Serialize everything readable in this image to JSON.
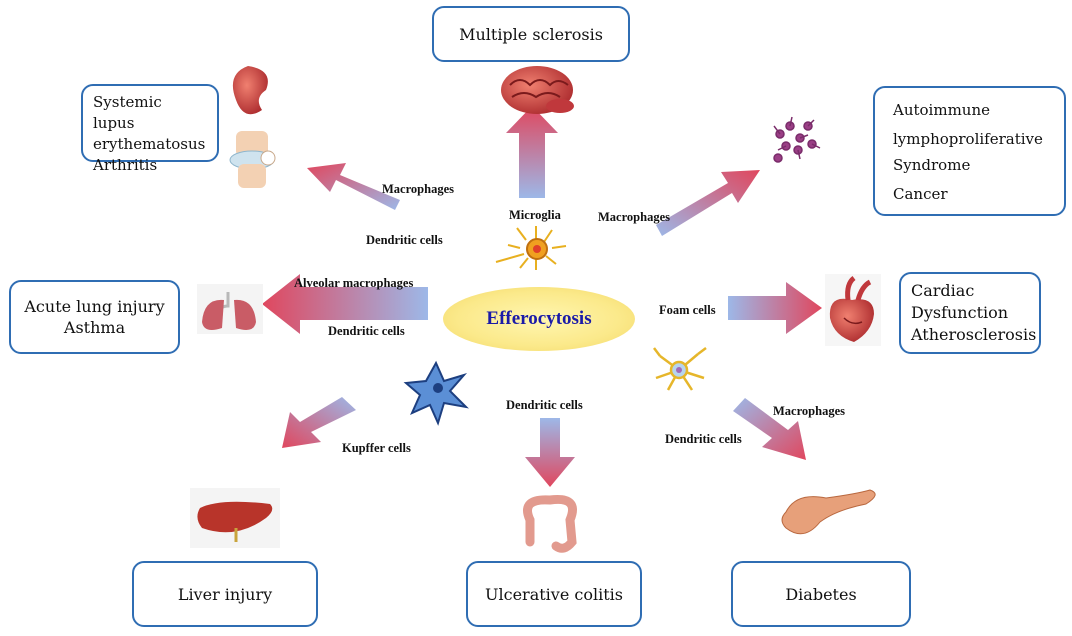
{
  "center": {
    "label": "Efferocytosis"
  },
  "diseases": {
    "ms": "Multiple sclerosis",
    "sle": [
      "Systemic lupus",
      "erythematosus",
      "Arthritis"
    ],
    "alps": [
      "Autoimmune",
      "lymphoproliferative",
      "Syndrome",
      "Cancer"
    ],
    "lung": [
      "Acute lung injury",
      "Asthma"
    ],
    "cardiac": [
      "Cardiac",
      "Dysfunction",
      "Atherosclerosis"
    ],
    "liver": "Liver injury",
    "colitis": "Ulcerative colitis",
    "diabetes": "Diabetes"
  },
  "cells": {
    "macrophages_sle": "Macrophages",
    "dendritic_sle": "Dendritic cells",
    "microglia": "Microglia",
    "macrophages_alps": "Macrophages",
    "alveolar": "Alveolar macrophages",
    "dendritic_lung": "Dendritic cells",
    "foam": "Foam cells",
    "kupffer": "Kupffer cells",
    "dendritic_colitis": "Dendritic cells",
    "macrophages_diab": "Macrophages",
    "dendritic_diab": "Dendritic cells"
  },
  "icons": [
    "brain-icon",
    "kidney-icon",
    "knee-joint-icon",
    "lymphocyte-cluster-icon",
    "lungs-icon",
    "heart-icon",
    "liver-icon",
    "colon-icon",
    "pancreas-icon",
    "microglia-cell-icon",
    "dendritic-cell-icon",
    "neuron-cell-icon"
  ],
  "colors": {
    "box_border": "#2f6db3",
    "arrow_red": "#e0475e",
    "arrow_blue": "#9db8e8",
    "hub_fill": "#fbe98a",
    "hub_text": "#1a1aa8"
  }
}
